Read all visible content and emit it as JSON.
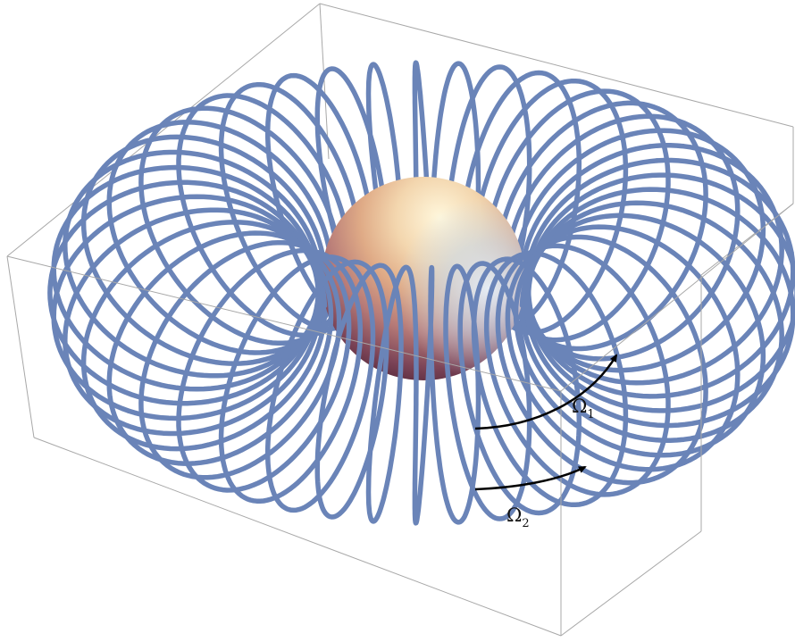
{
  "figure": {
    "colors": {
      "box": "#9a9a9a",
      "coil": "#6a84b8",
      "arrow": "#000000",
      "sphere_highlight": "#fff7dc",
      "sphere_warm": "#e9b488",
      "sphere_cool": "#cfe3f4",
      "sphere_dark": "#5e2e3e"
    },
    "coil": {
      "turns": 44,
      "winding_number": 3
    },
    "labels": {
      "omega1": {
        "base": "Ω",
        "sub": "1"
      },
      "omega2": {
        "base": "Ω",
        "sub": "2"
      }
    }
  }
}
